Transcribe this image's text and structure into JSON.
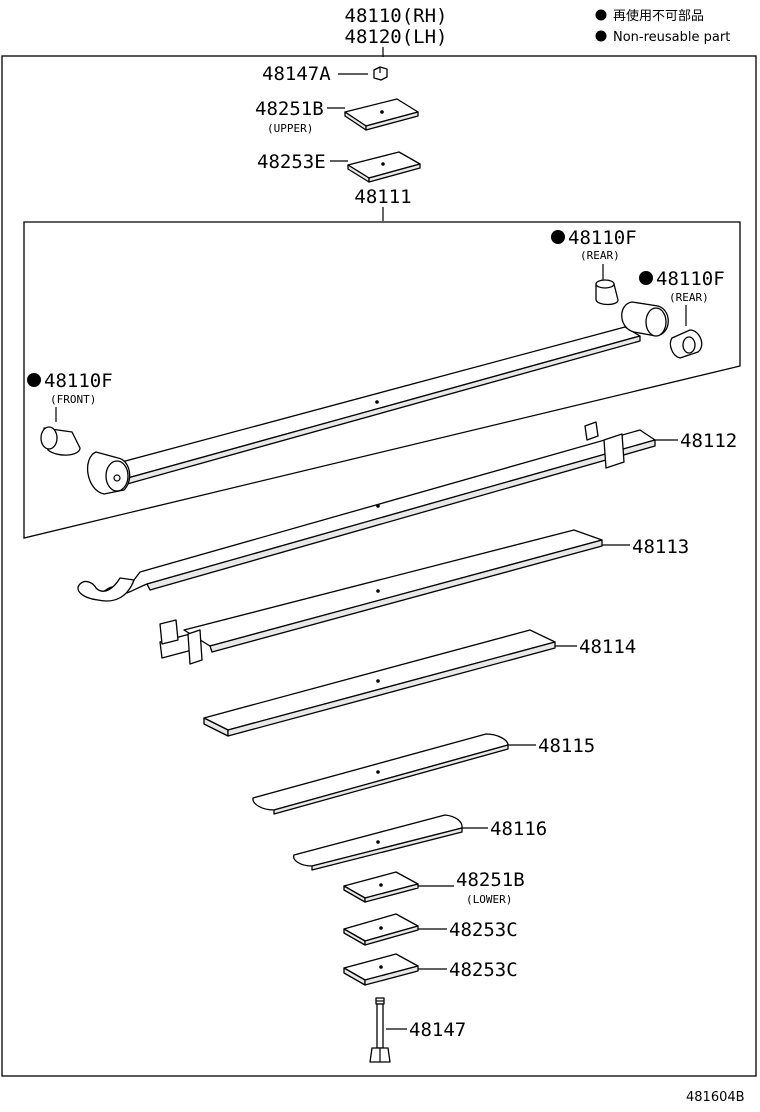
{
  "title": {
    "rh": "48110(RH)",
    "lh": "48120(LH)"
  },
  "legend": {
    "ja": "再使用不可部品",
    "en": "Non-reusable part"
  },
  "parts": {
    "nut": "48147A",
    "upper_seat": {
      "pn": "48251B",
      "sub": "(UPPER)"
    },
    "upper_spacer": "48253E",
    "spring_sub_assy": "48111",
    "bushing_rear_1": {
      "pn": "48110F",
      "sub": "(REAR)"
    },
    "bushing_rear_2": {
      "pn": "48110F",
      "sub": "(REAR)"
    },
    "bushing_front": {
      "pn": "48110F",
      "sub": "(FRONT)"
    },
    "leaf_2": "48112",
    "leaf_3": "48113",
    "leaf_4": "48114",
    "leaf_5": "48115",
    "leaf_6": "48116",
    "lower_seat": {
      "pn": "48251B",
      "sub": "(LOWER)"
    },
    "lower_spacer_1": "48253C",
    "lower_spacer_2": "48253C",
    "center_bolt": "48147"
  },
  "figure_code": "481604B"
}
